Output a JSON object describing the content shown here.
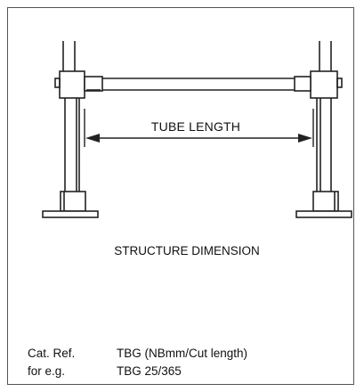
{
  "diagram": {
    "dimension_label": "TUBE LENGTH",
    "caption": "STRUCTURE DIMENSION"
  },
  "spec": {
    "row1": {
      "key": "Cat. Ref.",
      "value": "TBG (NBmm/Cut length)"
    },
    "row2": {
      "key": "for e.g.",
      "value": "TBG 25/365"
    }
  },
  "colors": {
    "line": "#222222",
    "border": "#555555"
  }
}
